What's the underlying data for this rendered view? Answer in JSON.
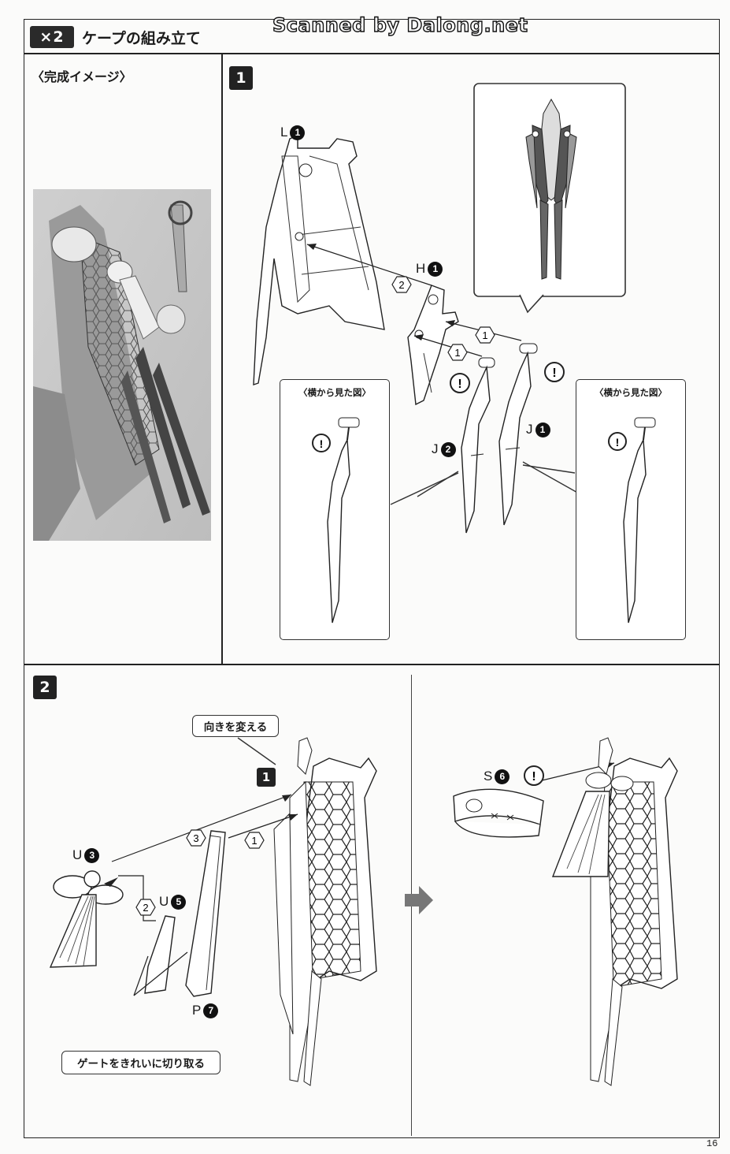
{
  "header": {
    "multiplier": "×2",
    "title": "ケープの組み立て",
    "watermark": "Scanned by Dalong.net"
  },
  "left_panel": {
    "label": "〈完成イメージ〉"
  },
  "step1": {
    "number": "1",
    "parts": [
      {
        "letter": "L",
        "num": "1"
      },
      {
        "letter": "H",
        "num": "1"
      },
      {
        "letter": "J",
        "num": "2"
      },
      {
        "letter": "J",
        "num": "1"
      }
    ],
    "order_marks": [
      "2",
      "1",
      "1"
    ],
    "side_view_left_title": "〈横から見た図〉",
    "side_view_right_title": "〈横から見た図〉",
    "caution_mark": "!"
  },
  "step2": {
    "number": "2",
    "callout_turn": "向きを変える",
    "callout_gate": "ゲートをきれいに切り取る",
    "ref_step": "1",
    "parts": [
      {
        "letter": "U",
        "num": "3"
      },
      {
        "letter": "U",
        "num": "5"
      },
      {
        "letter": "P",
        "num": "7"
      },
      {
        "letter": "S",
        "num": "6"
      }
    ],
    "order_marks": [
      "3",
      "1",
      "2"
    ],
    "caution_mark": "!"
  },
  "footer": {
    "page_number": "16"
  }
}
